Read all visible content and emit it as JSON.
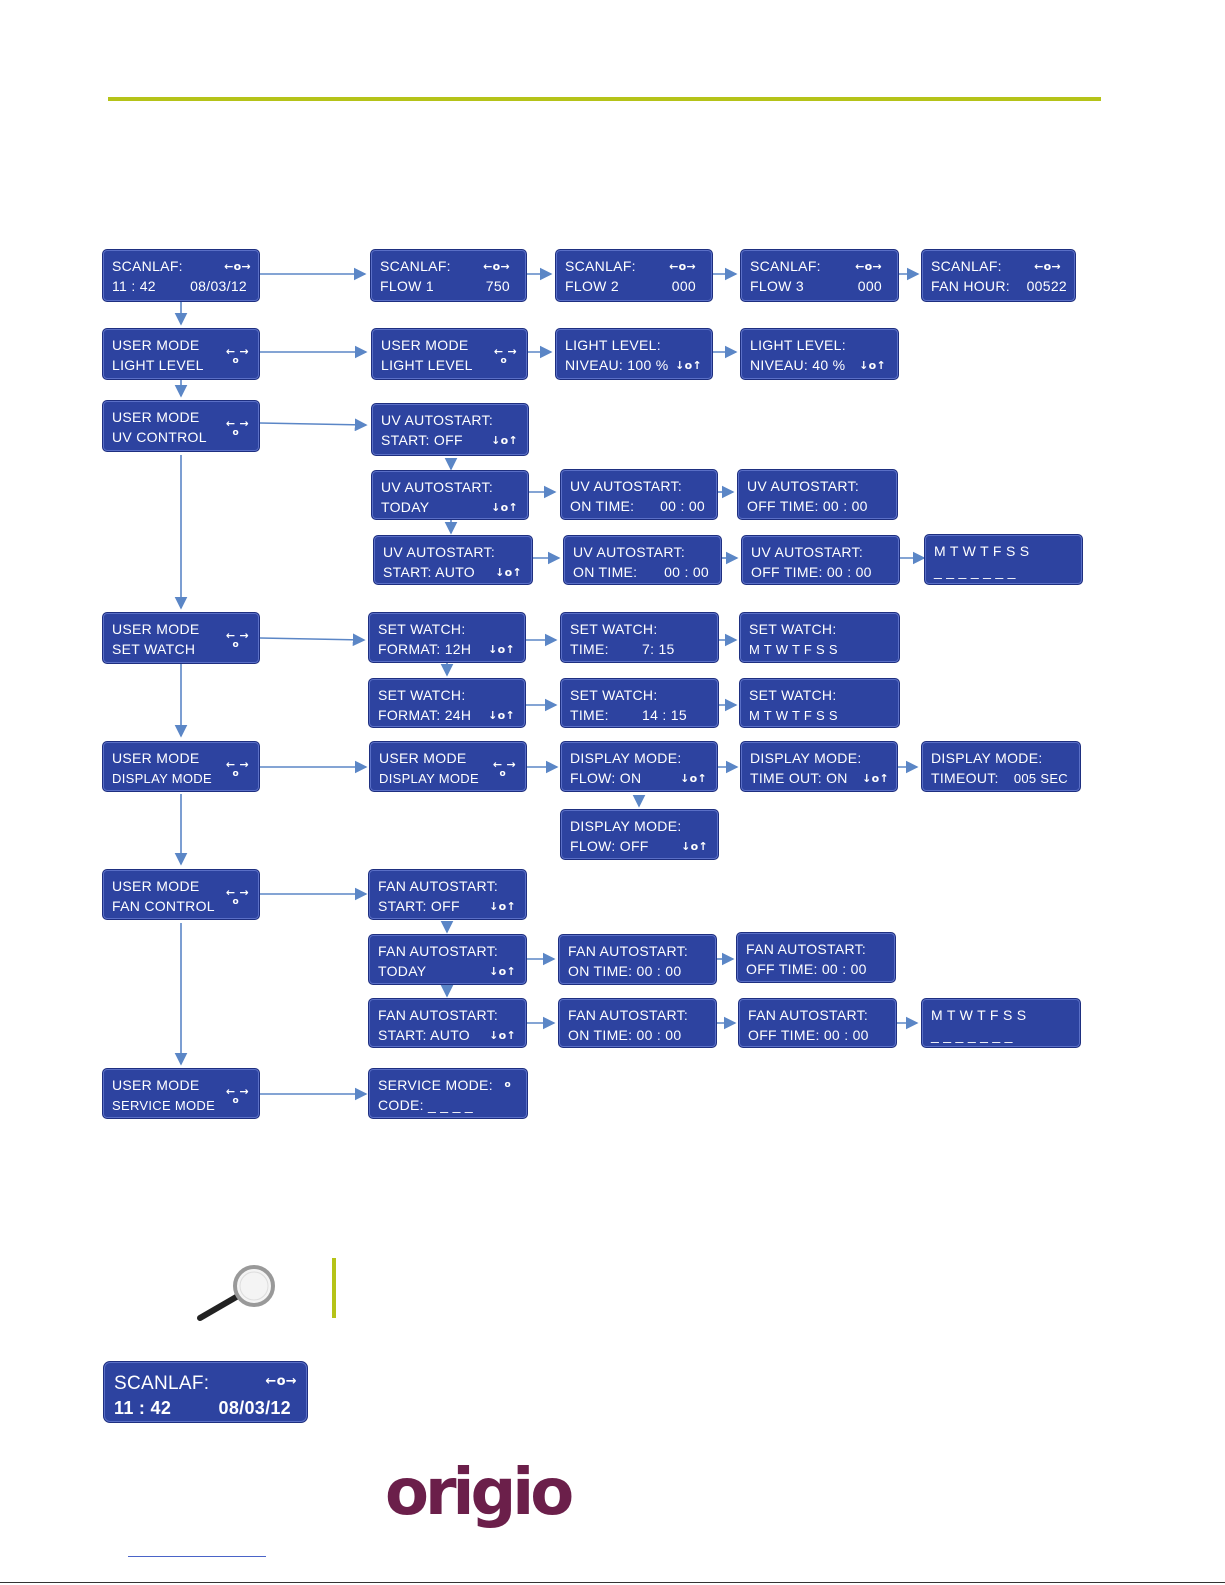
{
  "colors": {
    "accent": "#b5c318",
    "lcd_bg": "#2d43a0",
    "logo": "#6b1f4a",
    "arrow": "#5b86c6"
  },
  "icons": {
    "nav": "arrow-left-dot-arrow-right-icon",
    "updown": "arrow-down-dot-arrow-up-icon",
    "magnifier": "magnifying-glass-icon"
  },
  "glyphs": {
    "nav": "←o→",
    "updown": "↓o↑",
    "lr": "←  →",
    "dot": "o"
  },
  "screens": {
    "main": {
      "l1": "SCANLAF:",
      "time": "11 : 42",
      "date": "08/03/12"
    },
    "flow1": {
      "l1": "SCANLAF:",
      "l2": "FLOW   1",
      "val": "750"
    },
    "flow2": {
      "l1": "SCANLAF:",
      "l2": "FLOW   2",
      "val": "000"
    },
    "flow3": {
      "l1": "SCANLAF:",
      "l2": "FLOW   3",
      "val": "000"
    },
    "fanhour": {
      "l1": "SCANLAF:",
      "l2": "FAN HOUR:",
      "val": "00522"
    },
    "um_light": {
      "l1": "USER  MODE",
      "l2": "LIGHT  LEVEL"
    },
    "um_light2": {
      "l1": "USER  MODE",
      "l2": "LIGHT  LEVEL"
    },
    "light100": {
      "l1": "LIGHT  LEVEL:",
      "l2": "NIVEAU:  100 %"
    },
    "light40": {
      "l1": "LIGHT  LEVEL:",
      "l2": "NIVEAU:  40 %"
    },
    "um_uv": {
      "l1": "USER  MODE",
      "l2": "UV  CONTROL"
    },
    "uv_off": {
      "l1": "UV  AUTOSTART:",
      "l2": "START:  OFF"
    },
    "uv_today": {
      "l1": "UV AUTOSTART:",
      "l2": "TODAY"
    },
    "uv_on1": {
      "l1": "UV  AUTOSTART:",
      "l2": "ON   TIME:",
      "val": "00 : 00"
    },
    "uv_off1": {
      "l1": "UV AUTOSTART:",
      "l2": "OFF TIME:  00 : 00"
    },
    "uv_auto": {
      "l1": "UV AUTOSTART:",
      "l2": "START: AUTO"
    },
    "uv_on2": {
      "l1": "UV  AUTOSTART:",
      "l2": "ON   TIME:",
      "val": "00 : 00"
    },
    "uv_off2": {
      "l1": "UV AUTOSTART:",
      "l2": "OFF TIME:  00 : 00"
    },
    "uv_days": {
      "l1": "M T W  T  F  S  S",
      "l2": "_  _  _  _  _  _  _"
    },
    "um_watch": {
      "l1": "USER  MODE",
      "l2": "SET  WATCH"
    },
    "w_fmt12": {
      "l1": "SET  WATCH:",
      "l2": "FORMAT:  12H"
    },
    "w_time1": {
      "l1": "SET  WATCH:",
      "l2": "TIME:",
      "val": "7: 15"
    },
    "w_days1": {
      "l1": "SET  WATCH:",
      "l2": "M   T   W   T   F   S   S"
    },
    "w_fmt24": {
      "l1": "SET  WATCH:",
      "l2": "FORMAT:  24H"
    },
    "w_time2": {
      "l1": "SET  WATCH:",
      "l2": "TIME:",
      "val": "14 : 15"
    },
    "w_days2": {
      "l1": "SET  WATCH:",
      "l2": "M   T   W   T   F   S   S"
    },
    "um_display": {
      "l1": "USER  MODE",
      "l2": "DISPLAY  MODE"
    },
    "um_display2": {
      "l1": "USER  MODE",
      "l2": "DISPLAY  MODE"
    },
    "d_flow_on": {
      "l1": "DISPLAY MODE:",
      "l2": "FLOW:  ON"
    },
    "d_timeout_on": {
      "l1": "DISPLAY  MODE:",
      "l2": "TIME OUT:  ON"
    },
    "d_timeout": {
      "l1": "DISPLAY MODE:",
      "l2": "TIMEOUT:",
      "val": "005 SEC"
    },
    "d_flow_off": {
      "l1": "DISPLAY MODE:",
      "l2": "FLOW:  OFF"
    },
    "um_fan": {
      "l1": "USER  MODE",
      "l2": "FAN   CONTROL"
    },
    "fan_off": {
      "l1": "FAN AUTOSTART:",
      "l2": "START: OFF"
    },
    "fan_today": {
      "l1": "FAN AUTOSTART:",
      "l2": "TODAY"
    },
    "fan_on1": {
      "l1": "FAN AUTOSTART:",
      "l2": "ON TIME:  00 : 00"
    },
    "fan_off1": {
      "l1": "FAN AUTOSTART:",
      "l2": "OFF TIME:  00 : 00"
    },
    "fan_auto": {
      "l1": "FAN AUTOSTART:",
      "l2": "START: AUTO"
    },
    "fan_on2": {
      "l1": "FAN AUTOSTART:",
      "l2": "ON TIME:  00 : 00"
    },
    "fan_off2": {
      "l1": "FAN AUTOSTART:",
      "l2": "OFF TIME:  00 : 00"
    },
    "fan_days": {
      "l1": "M  T  W   T   F   S   S",
      "l2": "_  _  _  _  _  _  _"
    },
    "um_service": {
      "l1": "USER  MODE",
      "l2": "SERVICE MODE"
    },
    "service": {
      "l1": "SERVICE  MODE:",
      "l2": "CODE:  _ _ _ _"
    }
  },
  "example": {
    "l1": "SCANLAF:",
    "time": "11 : 42",
    "date": "08/03/12"
  },
  "logo": {
    "text": "origio"
  }
}
